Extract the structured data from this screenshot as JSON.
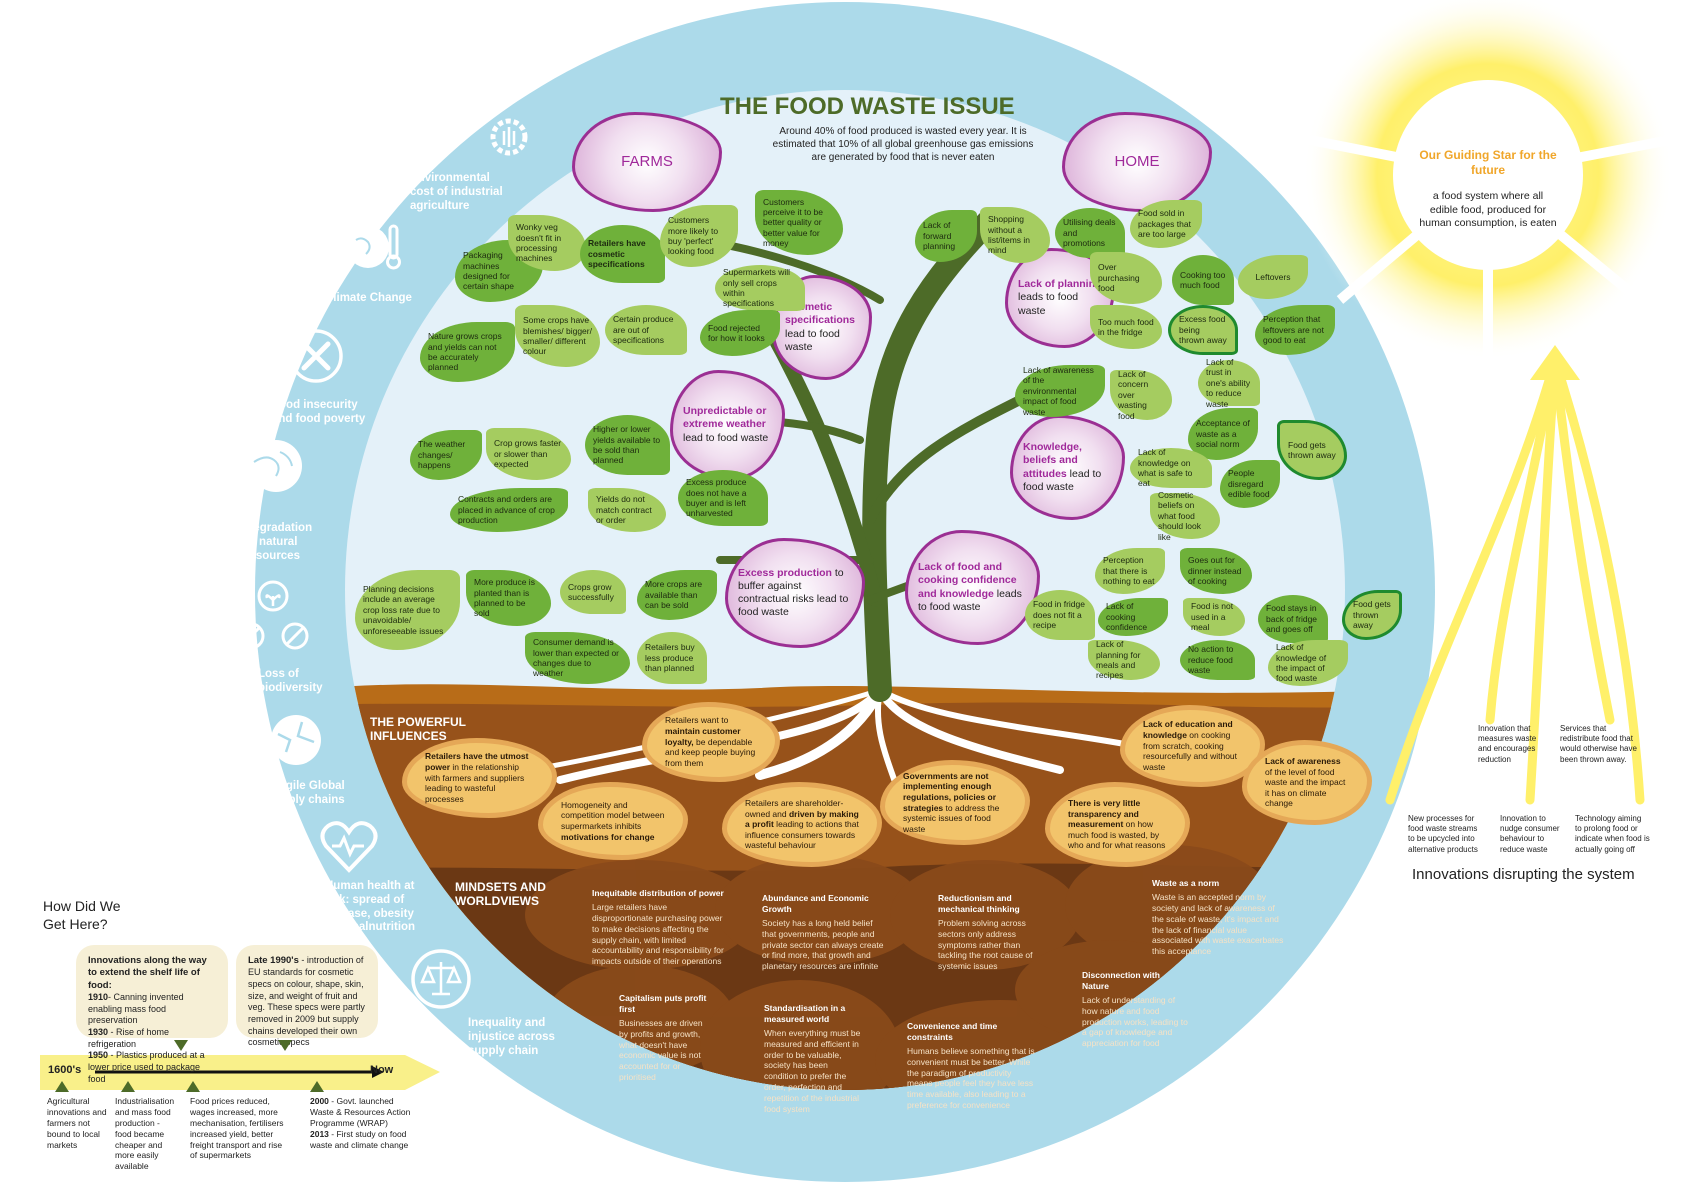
{
  "title": "THE FOOD WASTE ISSUE",
  "intro": "Around 40% of food produced is wasted every year. It is estimated that 10% of all global greenhouse gas emissions are generated by food that is never eaten",
  "colors": {
    "outer_ring": "#acdaea",
    "inner_sky": "#e4f1f9",
    "title_green": "#4d6b28",
    "flower_purple": "#a0299a",
    "leaf_dark": "#6fb13a",
    "leaf_light": "#a5cc60",
    "trunk": "#4d6b28",
    "soil_top": "#b86c18",
    "soil_mid": "#97521a",
    "soil_deep": "#6b3814",
    "potato": "#f2c46b",
    "sun_yellow": "#fff06a",
    "timeline_yellow": "#f9f08a",
    "guiding_star_orange": "#f0a62a"
  },
  "impacts": [
    {
      "icon": "wheat-gear-icon",
      "label": "Environmental cost of industrial agriculture"
    },
    {
      "icon": "globe-thermometer-icon",
      "label": "Climate Change"
    },
    {
      "icon": "fork-knife-icon",
      "label": "Food insecurity and food poverty"
    },
    {
      "icon": "globe-icon",
      "label": "Degradation of natural resources"
    },
    {
      "icon": "biodiversity-loss-icon",
      "label": "Loss of biodiversity"
    },
    {
      "icon": "broken-globe-icon",
      "label": "Fragile Global supply chains"
    },
    {
      "icon": "heart-pulse-icon",
      "label": "Human health at risk: spread of disease, obesity and malnutrition"
    },
    {
      "icon": "scales-icon",
      "label": "Inequality and injustice across supply chain"
    }
  ],
  "flowers": {
    "farms": "FARMS",
    "home": "HOME",
    "cosmetic": {
      "highlight": "Cosmetic specifications",
      "rest": " lead to food waste"
    },
    "weather": {
      "highlight": "Unpredictable or extreme weather",
      "rest": " lead to food waste"
    },
    "excess": {
      "highlight": "Excess production",
      "rest": " to buffer against contractual risks lead to food waste"
    },
    "planning": {
      "highlight": "Lack of planning",
      "rest": " leads to food waste"
    },
    "knowledge": {
      "highlight": "Knowledge, beliefs and attitudes",
      "rest": " lead to food waste"
    },
    "cooking": {
      "highlight": "Lack of food and cooking confidence and knowledge",
      "rest": " leads to food waste"
    }
  },
  "leaves": {
    "farm_cosmetic": [
      "Packaging machines designed for certain shape",
      "Wonky veg doesn't fit in processing machines",
      "Retailers have cosmetic specifications",
      "Customers more likely to buy 'perfect' looking food",
      "Customers perceive it to be better quality or better value for money",
      "Supermarkets will only sell crops within specifications",
      "Nature grows crops and yields can not be accurately planned",
      "Some crops have blemishes/ bigger/ smaller/ different colour",
      "Certain produce are out of specifications",
      "Food rejected for how it looks"
    ],
    "farm_weather": [
      "The weather changes/ happens",
      "Crop grows faster or slower than expected",
      "Higher or lower yields available to be sold than planned",
      "Contracts and orders are placed in advance of crop production",
      "Yields do not match contract or order",
      "Excess produce does not have a buyer and is left unharvested"
    ],
    "farm_excess": [
      "Planning decisions include an average crop loss rate due to unavoidable/ unforeseeable issues",
      "More produce is planted than is planned to be sold",
      "Crops grow successfully",
      "More crops are available than can be sold",
      "Consumer demand is lower than expected or changes due to weather",
      "Retailers buy less produce than planned"
    ],
    "home_planning": [
      "Lack of forward planning",
      "Shopping without a list/items in mind",
      "Utilising deals and promotions",
      "Food sold in packages that are too large",
      "Over purchasing food",
      "Cooking too much food",
      "Leftovers",
      "Too much food in the fridge",
      "Excess food being thrown away",
      "Perception that leftovers are not good to eat"
    ],
    "home_knowledge": [
      "Lack of awareness of the environmental impact of food waste",
      "Lack of concern over wasting food",
      "Lack of trust in one's ability to reduce waste",
      "Acceptance of waste as a social norm",
      "Food gets thrown away",
      "Lack of knowledge on what is safe to eat",
      "People disregard edible food",
      "Cosmetic beliefs on what food should look like"
    ],
    "home_cooking": [
      "Perception that there is nothing to eat",
      "Goes out for dinner instead of cooking",
      "Food in fridge does not fit a recipe",
      "Lack of cooking confidence",
      "Food is not used in a meal",
      "Food stays in back of fridge and goes off",
      "Food gets thrown away",
      "Lack of planning for meals and recipes",
      "No action to reduce food waste",
      "Lack of knowledge of the impact of food waste"
    ]
  },
  "influences": {
    "heading": "THE POWERFUL INFLUENCES",
    "items": [
      {
        "bold": "Retailers have the utmost power",
        "text": " in the relationship with farmers and suppliers leading to wasteful processes"
      },
      {
        "bold": "",
        "text": "Homogeneity and competition model between supermarkets inhibits ",
        "bold2": "motivations for change"
      },
      {
        "bold": "",
        "text": "Retailers want to ",
        "bold2": "maintain customer loyalty,",
        "text2": " be dependable and keep people buying from them"
      },
      {
        "bold": "",
        "text": "Retailers are shareholder-owned and ",
        "bold2": "driven by making a profit",
        "text2": " leading to actions that influence consumers towards wasteful behaviour"
      },
      {
        "bold": "Governments are not implementing enough regulations, policies or strategies",
        "text": " to address the systemic issues of food waste"
      },
      {
        "bold": "There is very little  transparency and measurement",
        "text": " on how much food is wasted, by who and for what reasons"
      },
      {
        "bold": "Lack of education and knowledge",
        "text": " on cooking from scratch, cooking resourcefully and without waste"
      },
      {
        "bold": "Lack of awareness",
        "text": " of the level of food waste and the impact it has on climate change"
      }
    ]
  },
  "mindsets": {
    "heading": "MINDSETS AND WORLDVIEWS",
    "items": [
      {
        "title": "Inequitable distribution of power",
        "text": "Large retailers have disproportionate purchasing power to make decisions affecting the supply chain, with limited accountability and responsibility for impacts outside of their operations"
      },
      {
        "title": "Abundance and Economic Growth",
        "text": "Society has a long held belief that governments, people and private sector can always create or find more, that growth and planetary resources are infinite"
      },
      {
        "title": "Reductionism and mechanical thinking",
        "text": "Problem solving across sectors only address symptoms rather than tackling the root cause of systemic issues"
      },
      {
        "title": "Waste as a norm",
        "text": "Waste is an accepted norm by society and lack of awareness of the scale of waste, it's impact and the lack of financial value associated with waste exacerbates this acceptance"
      },
      {
        "title": "Capitalism puts profit first",
        "text": "Businesses are driven by profits and growth, what doesn't have economic value is not  accounted for or prioritised"
      },
      {
        "title": "Standardisation in a measured world",
        "text": "When everything must be measured and efficient in order to be valuable, society has been condition to prefer the order, perfection and repetition of the industrial food system"
      },
      {
        "title": "Convenience and time constraints",
        "text": "Humans believe something that is convenient must be better. While the paradigm of productivity means people feel they have less time available, also leading to a preference for convenience"
      },
      {
        "title": "Disconnection with Nature",
        "text": "Lack of understanding of how nature and food production works, leading to a gap of knowledge and appreciation for food"
      }
    ]
  },
  "guiding_star": {
    "title": "Our Guiding Star for the future",
    "text": "a food system where all edible food, produced for human consumption, is eaten"
  },
  "innovations": {
    "heading": "Innovations disrupting the system",
    "items": [
      "Innovation that measures waste and encourages reduction",
      "Services that redistribute food that would otherwise have been thrown away.",
      "New processes for food waste streams to be upcycled into alternative products",
      "Innovation to nudge consumer behaviour to reduce waste",
      "Technology aiming to prolong food or indicate when food is actually going off"
    ]
  },
  "timeline": {
    "heading": "How Did We Get Here?",
    "start": "1600's",
    "end": "Now",
    "box1": {
      "title": "Innovations along the way to extend the shelf life of food:",
      "lines": [
        {
          "year": "1910",
          "text": "- Canning invented enabling mass food preservation"
        },
        {
          "year": "1930",
          "text": " - Rise of home refrigeration"
        },
        {
          "year": "1950",
          "text": " - Plastics produced at a lower price used to package food"
        }
      ]
    },
    "box2": {
      "title": "Late 1990's",
      "text": " - introduction of EU standards for cosmetic specs on  colour, shape, skin, size, and weight of fruit and veg. These specs were partly removed in 2009 but supply chains developed their own cosmetic specs"
    },
    "notes": [
      "Agricultural innovations and farmers not bound to local markets",
      "Industrialisation and mass food production - food became cheaper and more easily available",
      "Food prices reduced, wages increased, more mechanisation, fertilisers increased yield, better freight transport and rise of supermarkets"
    ],
    "note4": [
      {
        "year": "2000",
        "text": " - Govt. launched Waste & Resources Action Programme (WRAP)"
      },
      {
        "year": "2013",
        "text": " - First study on food waste and climate change"
      }
    ]
  }
}
